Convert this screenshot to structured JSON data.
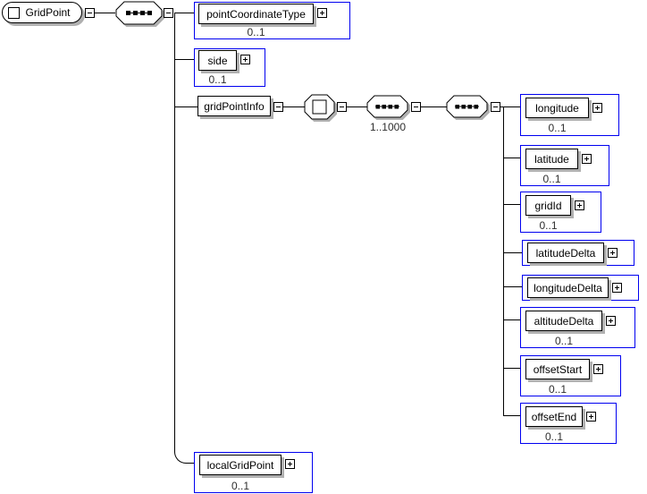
{
  "root": {
    "label": "GridPoint"
  },
  "elements": {
    "pointCoordinateType": {
      "label": "pointCoordinateType",
      "occurrence": "0..1"
    },
    "side": {
      "label": "side",
      "occurrence": "0..1"
    },
    "gridPointInfo": {
      "label": "gridPointInfo"
    },
    "longitude": {
      "label": "longitude",
      "occurrence": "0..1"
    },
    "latitude": {
      "label": "latitude",
      "occurrence": "0..1"
    },
    "gridId": {
      "label": "gridId",
      "occurrence": "0..1"
    },
    "latitudeDelta": {
      "label": "latitudeDelta"
    },
    "longitudeDelta": {
      "label": "longitudeDelta"
    },
    "altitudeDelta": {
      "label": "altitudeDelta",
      "occurrence": "0..1"
    },
    "offsetStart": {
      "label": "offsetStart",
      "occurrence": "0..1"
    },
    "offsetEnd": {
      "label": "offsetEnd",
      "occurrence": "0..1"
    },
    "localGridPoint": {
      "label": "localGridPoint",
      "occurrence": "0..1"
    }
  },
  "compositors": {
    "root_sequence": {
      "kind": "sequence"
    },
    "grid_point_info_content": {
      "kind": "all"
    },
    "repeat_sequence": {
      "kind": "sequence",
      "occurrence": "1..1000"
    },
    "fields_sequence": {
      "kind": "sequence"
    }
  },
  "colors": {
    "frame_blue": "#0000f0",
    "shadow_gray": "#b0b0b0",
    "connector_black": "#000000",
    "background": "#ffffff"
  }
}
